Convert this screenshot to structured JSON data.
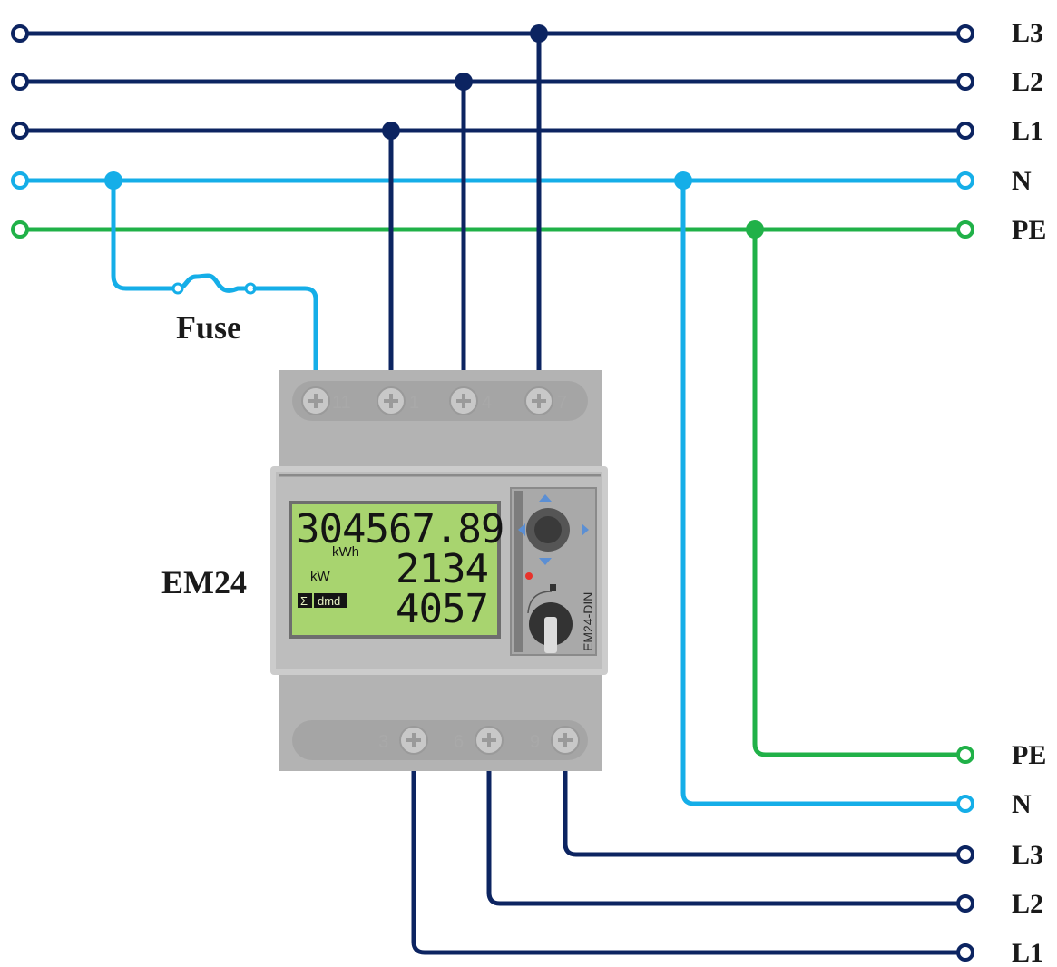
{
  "colors": {
    "phase": "#0c2461",
    "neutral": "#15aee8",
    "earth": "#20b148",
    "meter_body": "#b0b0b0",
    "lcd": "#a8d46f"
  },
  "bus_labels": {
    "top": [
      "L3",
      "L2",
      "L1",
      "N",
      "PE"
    ],
    "bottom": [
      "PE",
      "N",
      "L3",
      "L2",
      "L1"
    ]
  },
  "fuse_label": "Fuse",
  "device_label": "EM24",
  "meter": {
    "model": "EM24-DIN",
    "top_terminals": [
      "11",
      "1",
      "4",
      "7"
    ],
    "bottom_terminals": [
      "3",
      "6",
      "9"
    ],
    "display": {
      "line1": "304567.89",
      "unit1": "kWh",
      "line2": "2134",
      "unit2": "kW",
      "line3": "4057",
      "tag_sigma": "Σ",
      "tag_dmd": "dmd"
    }
  }
}
